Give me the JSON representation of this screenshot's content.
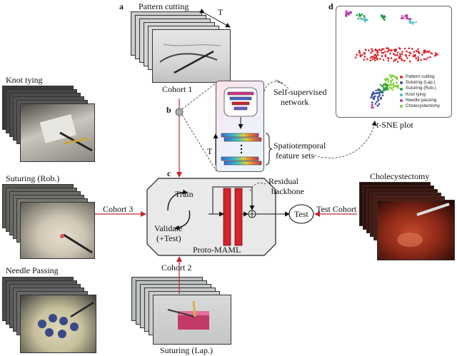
{
  "panels": {
    "a": "a",
    "b": "b",
    "c": "c",
    "d": "d"
  },
  "tasks": {
    "pattern_cutting": "Pattern cutting",
    "knot_tying": "Knot tying",
    "suturing_rob": "Suturing (Rob.)",
    "needle_passing": "Needle Passing",
    "suturing_lap": "Suturing (Lap.)",
    "cholecystectomy": "Cholecystectomy"
  },
  "cohorts": {
    "cohort1": "Cohort 1",
    "cohort2": "Cohort 2",
    "cohort3": "Cohort 3",
    "test_cohort": "Test Cohort"
  },
  "labels": {
    "T": "T",
    "ssl_line1": "Self-supervised",
    "ssl_line2": "network",
    "feat_line1": "Spatiotemporal",
    "feat_line2": "feature sets",
    "residual_line1": "Residual",
    "residual_line2": "backbone",
    "train": "Train",
    "validate_line1": "Validate",
    "validate_line2": "(+Test)",
    "proto_maml": "Proto-MAML",
    "test": "Test",
    "tsne_title": "t-SNE plot"
  },
  "legend": [
    {
      "label": "Pattern cutting",
      "color": "#e0242c"
    },
    {
      "label": "Suturing (Lap.)",
      "color": "#3a4ea3"
    },
    {
      "label": "Suturing (Rob.)",
      "color": "#2a9a4a"
    },
    {
      "label": "Knot tying",
      "color": "#41c0c7"
    },
    {
      "label": "Needle passing",
      "color": "#b23aa8"
    },
    {
      "label": "Cholecystectomy",
      "color": "#79d133"
    }
  ],
  "colors": {
    "arrow_red": "#c0262f",
    "bar_red": "#d4232c",
    "bar_magenta": "#d1388a",
    "bar_blue": "#4264c6"
  }
}
